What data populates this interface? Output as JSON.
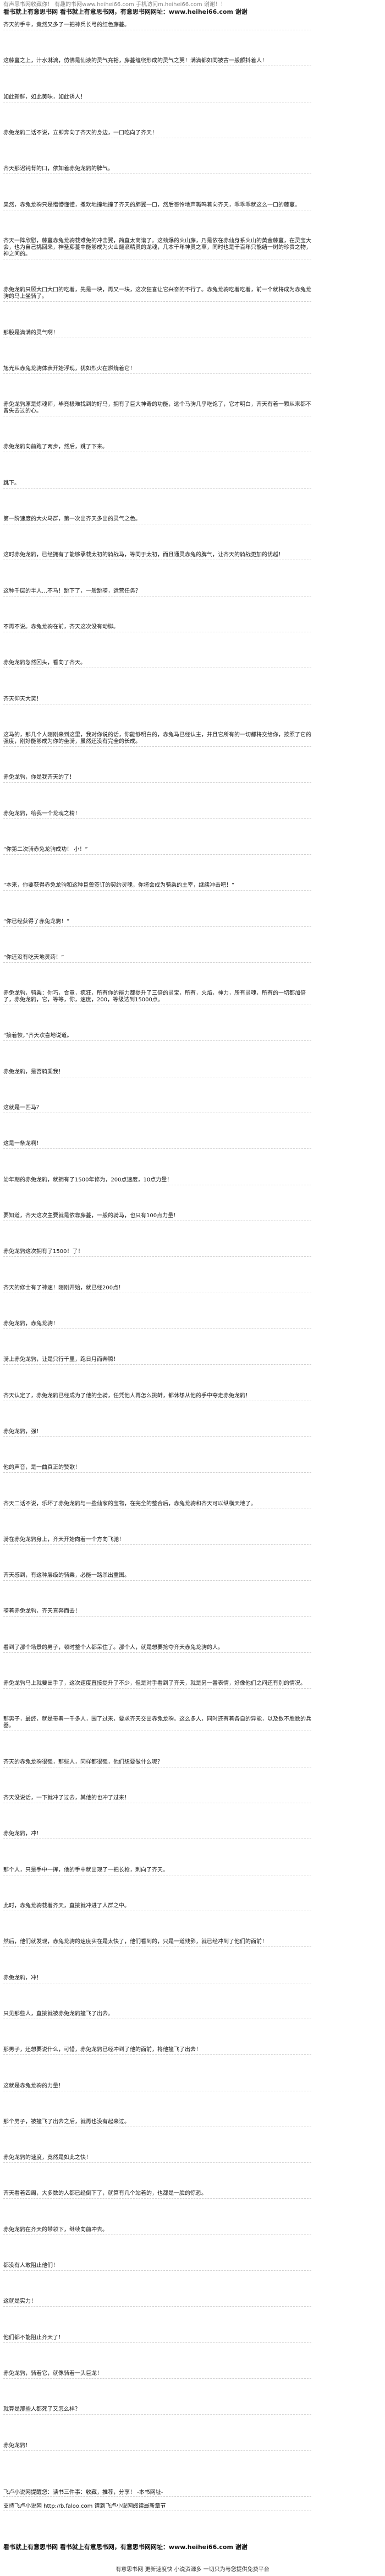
{
  "header": {
    "line1_left": "有声思书网收藏你！ 有趣的书网www.heihei66.com   手机访问m.heihei66.com  谢谢！！",
    "line2": "看书就上有意思书网 看书就上有意思书网，有意思书网网址：www.heihei66.com 谢谢"
  },
  "paragraphs": [
    "齐天的手中，竟然又多了一把神兵长弓的红色藤蔓。",
    "这藤蔓之上，汁水淋漓，仿佛是仙液的灵气充裕，藤蔓缠绕形成的灵气之翼！满满都如同被古一般颤抖着人！",
    "如此新鲜，如此美味，如此诱人！",
    "赤兔龙驹二话不说，立即奔向了齐天的身边，一口吃向了齐天！",
    "齐天那迟钝背的口，依如着赤兔龙驹的脾气。",
    "果然，赤兔龙驹只是懵懵懂懂，撒欢地撞地撞了齐天的肺翼一口，然后哥怜地声嘶鸣着向齐天，乖乖乖就这么一口的藤蔓。",
    "齐天一阵欣慰，藤蔓赤兔龙驹载难免的冲击翼，简直太离谱了。这劲爆的火山藤，乃是依在赤仙身系火山的黄金藤蔓，在灵宝大会，也为自己挑回来，神圣藤蔓中能够成为火山翻滚精灵的龙魂，几本千年神灵之草，同时也是千百年只能结一树的珍贵之物，神之间的。",
    "赤兔龙驹只顾大口大口的吃着，先是一块，再又一块，这次狂喜让它兴奋的不行了。赤兔龙驹吃着吃着，前一个就将成为赤兔龙驹的马上坐骑了。",
    "那股是满满的灵气啊！",
    "旭光从赤兔龙驹体表开始浮现，犹如烈火在燃烧着它！",
    "赤兔龙驹原是炼魂师，毕竟极难找到的好马，拥有了巨大神奇的功能，这个马驹几乎吃饱了，它才明白，齐天有着一颗从来都不曾失去过的心。",
    "赤兔龙驹向前跑了两步，然后，跳了下来。",
    "跳下。",
    "第一阶速度的大火马群，第一次出齐天多出的灵气之色。",
    "这时赤兔龙驹，已经拥有了能够承载太初的骑战马，等同于太初，而且通灵赤兔的脾气，让齐天的骑战更加的优越！",
    "这种千层的半人…不马！跳下了，一般跳骑，运营任务？",
    "不再不说。赤兔龙驹在前，齐天这次没有动脚。",
    "赤兔龙驹忽然回头，看向了齐天。",
    "齐天仰天大笑！",
    "这马的，那几个人刚刚来到这里，我对你说的话，你能够明白的，赤兔马已经认主，并且它所有的一切都将交给你，按照了它的强度，刚好能够成为你的坐骑，虽然还没有完全的长成。",
    "赤兔龙驹，你是我齐天的了！",
    "赤兔龙驹，给我一个龙魂之精！",
    "“你第二次骑赤兔龙驹成功！ 小！”",
    "“本来，你要获得赤兔龙驹和这种巨兽签订的契约灵魂，你将会成为骑乘的主宰，继续冲击吧！”",
    "“你已经获得了赤兔龙驹！”",
    "“你还没有吃天地灵药！”",
    "赤兔龙驹，骑乘：你巧，合意，疯狂，所有你的能力都提升了三倍的灵宝，所有，火焰，神力，所有灵魂，所有的一切都加倍了，赤兔龙驹，它，等等，你，速度，200，等级达到15000点。",
    "“接着恢，”齐天欢喜地说道。",
    "赤兔龙驹，是否骑乘我！",
    "这就是一匹马？",
    "这是一条龙啊！",
    "幼年期的赤兔龙驹，就拥有了1500年修为，200点速度，10点力量！",
    "要知道，齐天这次主要就是依靠藤蔓，一般的骑马，也只有100点力量！",
    "赤兔龙驹这次拥有了1500！了！",
    "齐天的修士有了神速！刚刚开始，就已经200点！",
    "赤兔龙驹，赤兔龙驹！",
    "骑上赤兔龙驹，让是只行千里，跑日月而奔腾！",
    "齐天认定了，赤兔龙驹已经成为了他的坐骑，任凭他人再怎么挑衅，都休想从他的手中夺走赤兔龙驹！",
    "赤兔龙驹，强！",
    "他的声音，是一曲真正的赞歌！",
    "齐天二话不说，乐坏了赤兔龙驹与一些仙家的宝物，在完全的整合后，赤兔龙驹和齐天可以纵横天地了。",
    "骑在赤兔龙驹身上，齐天开始向着一个方向飞驰！",
    "齐天感到，有这种层级的骑乘，必能一路杀出重围。",
    "骑着赤兔龙驹，齐天直奔而去！",
    "看到了那个场景的男子，顿时整个人都呆住了。那个人，就是想要抢夺齐天赤兔龙驹的人。",
    "赤兔龙驹马上就要出手了，这次速度直接提升了不少，但是对手看到了齐天，就是另一番表情，好像他们之间还有别的情况。",
    "那男子，最终，就是带着一千多人，围了过来，要求齐天交出赤兔龙驹。这么多人，同时还有着各自的异能，以及数不胜数的兵器。",
    "齐天的赤兔龙驹很强，那些人，同样都很强，他们想要做什么呢？",
    "齐天没说话，一下就冲了过去，其他的也冲了过来！",
    "赤兔龙驹，冲！",
    "那个人，只是手中一挥，他的手中就出现了一把长枪，刺向了齐天。",
    "此时，赤兔龙驹载着齐天，直接就冲进了人群之中。",
    "然后，他们就发现，赤兔龙驹的速度实在是太快了，他们看到的，只是一道残影，就已经冲到了他们的面前！",
    "赤兔龙驹，冲！",
    "只见那些人，直接就被赤兔龙驹撞飞了出去。",
    "那男子，还想要说什么，可惜，赤兔龙驹已经冲到了他的面前，将他撞飞了出去！",
    "这就是赤兔龙驹的力量！",
    "那个男子，被撞飞了出去之后，就再也没有起来过。",
    "赤兔龙驹的速度，竟然是如此之快！",
    "齐天看着四周，大多数的人都已经倒下了，就算有几个站着的，也都是一脸的惊恐。",
    "赤兔龙驹在齐天的带领下，继续向前冲去。",
    "都没有人敢阻止他们！",
    "这就是实力！",
    "他们都不能阻止齐天了！",
    "赤兔龙驹，骑着它，就像骑着一头巨龙！",
    "就算是那些人都死了又怎么样？",
    "赤兔龙驹！"
  ],
  "footer_notes": [
    "飞卢小说网提醒您：读书三件事：收藏，推荐，分享！ -本书网址-",
    "支持飞卢小说网 http://b.faloo.com 请到飞卢小说网阅读最新章节"
  ],
  "footer": {
    "line": "看书就上有意思书网 看书就上有意思书网，有意思书网网址：www.heihei66.com 谢谢"
  },
  "bottom_bar": "有意思书网 更新速度快 小说资源多 一切只为与您提供免费平台"
}
